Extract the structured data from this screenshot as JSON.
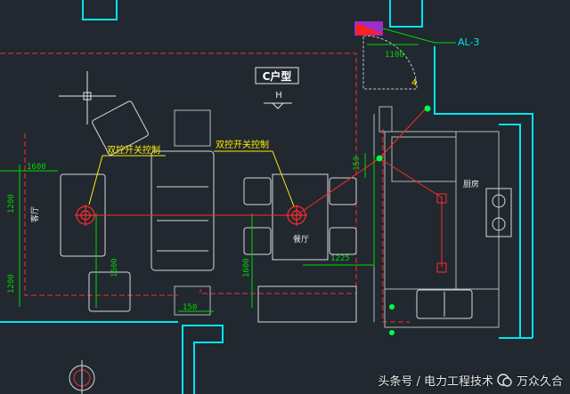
{
  "colors": {
    "background": "#212830",
    "wall": "#00e5ee",
    "dimension": "#00d800",
    "lighting": "#ff2a2a",
    "furniture": "#d8d8d8",
    "label": "#ffee00",
    "boundary": "#ff2a2a"
  },
  "plan": {
    "unit_title": "C户型",
    "north_marker": "H",
    "panel_tag": "AL-3",
    "circuit_no": "4"
  },
  "labels": {
    "switch_left": "双控开关控制",
    "switch_right": "双控开关控制",
    "living_room": "客厅",
    "dining_room": "餐厅",
    "kitchen": "厨房"
  },
  "dimensions": {
    "d1100": "1100",
    "d150_top": "150",
    "d1600_left": "1600",
    "d1200_a": "1200",
    "d1200_b": "1200",
    "d1600_mid": "1600",
    "d1600_dining": "1600",
    "d1225": "1225",
    "d150_bottom": "150"
  },
  "watermark": {
    "text": "头条号 / 电力工程技术",
    "logo_text": "万众久合",
    "logo_icon": "wechat-icon"
  }
}
